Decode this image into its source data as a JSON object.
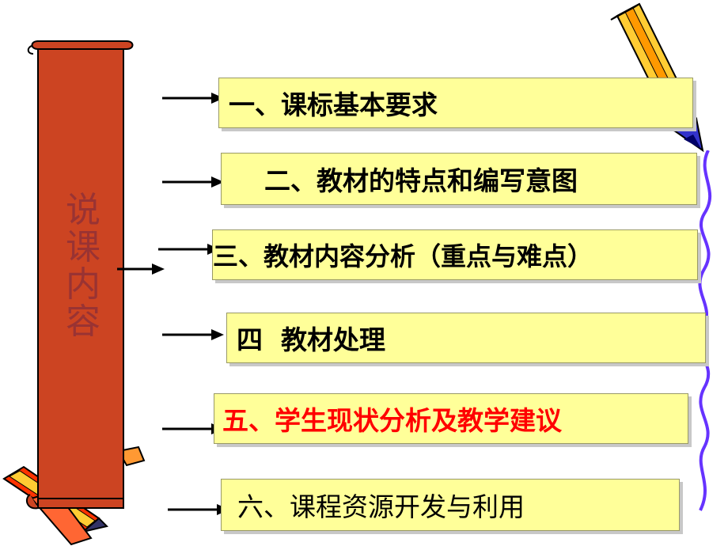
{
  "scroll": {
    "title_chars": [
      "说",
      "课",
      "内",
      "容"
    ],
    "fill_color": "#cc4422",
    "text_color": "#993333"
  },
  "items": [
    {
      "label": "一、课标基本要求",
      "color": "#000000"
    },
    {
      "label": "二、教材的特点和编写意图",
      "color": "#000000"
    },
    {
      "label": "三、教材内容分析（重点与难点）",
      "color": "#000000"
    },
    {
      "label": "四  教材处理",
      "color": "#000000"
    },
    {
      "label": "五、学生现状分析及教学建议",
      "color": "#ff0000"
    },
    {
      "label": "六、课程资源开发与利用",
      "color": "#000000"
    }
  ],
  "colors": {
    "box_fill": "#ffff99",
    "highlight_text": "#ff0000",
    "wave_line": "#6633ff"
  },
  "icons": [
    "pencil-icon",
    "pencils-icon",
    "arrow-icon",
    "scroll-icon"
  ]
}
